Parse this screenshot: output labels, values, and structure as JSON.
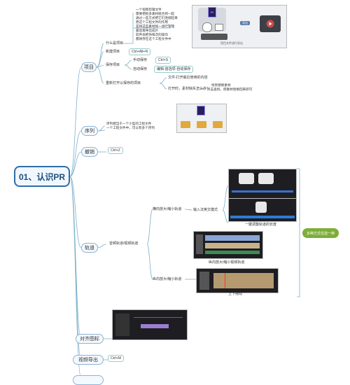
{
  "root": {
    "title": "01、认识PR"
  },
  "project": {
    "label": "项目",
    "what": {
      "label": "什么是项目",
      "lines": [
        "一个视频剪辑文件",
        "需要把很多素材组合到一起",
        "通过一些方式把它们连接起来",
        "而这个工程文件的作用",
        "是将这些素材统一进行管理",
        "最后再导出成片",
        "软件会把你每次的操作",
        "都保存在这个工程文件中"
      ],
      "arrow_label": "导出",
      "caption": "项目文件进行导出"
    },
    "new": {
      "label": "新建项目",
      "shortcut": "Ctrl+Alt+N"
    },
    "save": {
      "label": "保存项目",
      "manual_label": "手动保存",
      "manual_shortcut": "Ctrl+S",
      "auto_label": "自动保存",
      "auto_path": "编辑-首选项-自动保存"
    },
    "reopen": {
      "label": "重新打开以保存的项目",
      "step1": "文件-打开最近使用的内容",
      "step2": "打开时，素材缺失怎么办？",
      "fix1": "找到替换素材",
      "fix2": "点击查找，把素材替换回来即可"
    }
  },
  "sequence": {
    "label": "序列",
    "lines": [
      "序列相当于一个小型的工程文件",
      "一个工程文件中，可以有多个序列"
    ]
  },
  "undo": {
    "label": "撤销",
    "shortcut": "Ctrl+Z"
  },
  "tracks": {
    "label": "轨道",
    "sub": "音频轨道/视频轨道",
    "audio": {
      "label": "横向放大/缩小轨道",
      "input_label": "输入法英文模式",
      "caption": "一键调整轨道的长度"
    },
    "video": {
      "label": "纵向放大/缩小轨道",
      "caption1": "纵向放大/缩小视频轨道",
      "caption2": "上下拖动"
    },
    "tag": "多种方式任选一种"
  },
  "align": {
    "label": "对齐图标"
  },
  "export": {
    "label": "视频导出",
    "shortcut": "Ctrl+M"
  }
}
